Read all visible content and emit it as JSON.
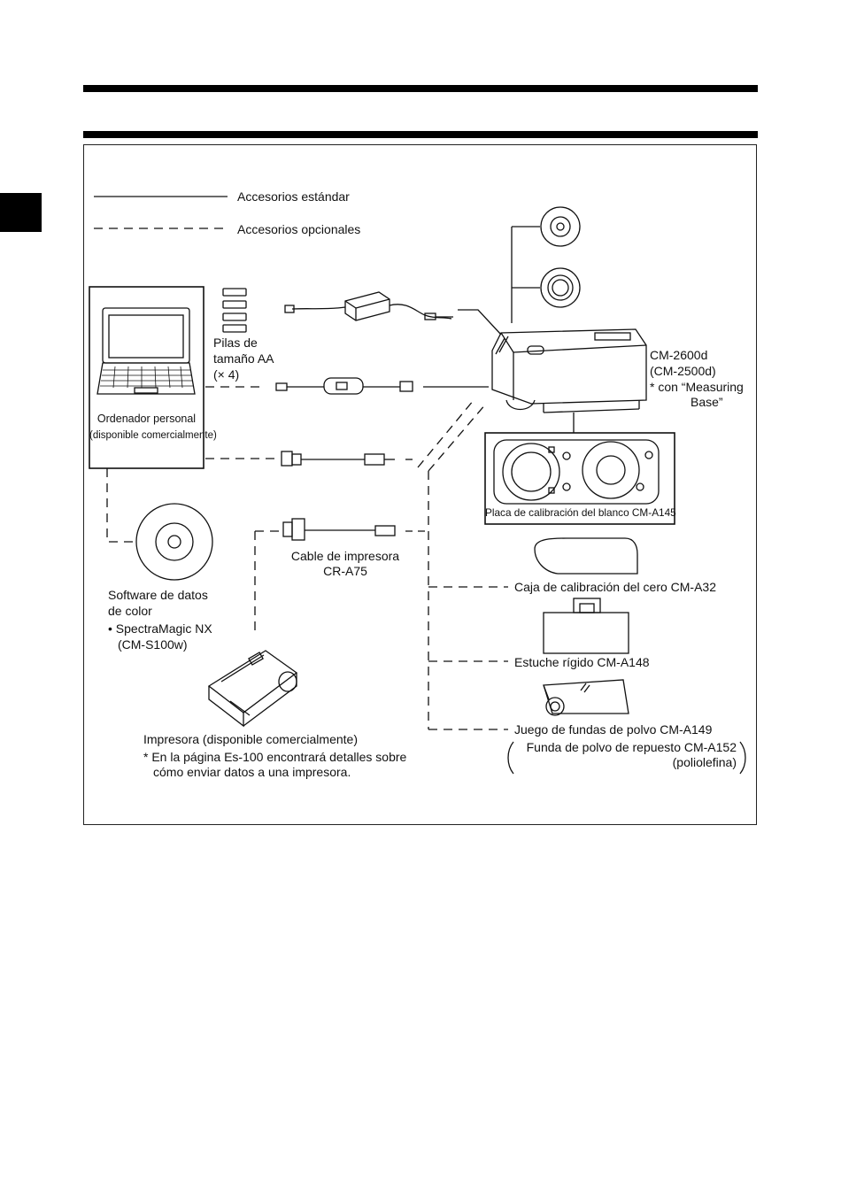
{
  "legend": {
    "standard": "Accesorios estándar",
    "optional": "Accesorios opcionales"
  },
  "computer": {
    "label_line1": "Ordenador personal",
    "label_line2": "(disponible comercialmente)"
  },
  "batteries": {
    "line1": "Pilas de",
    "line2": "tamaño AA",
    "line3": "(× 4)"
  },
  "instrument": {
    "line1": "CM-2600d",
    "line2": "(CM-2500d)",
    "line3": "* con  “Measuring",
    "line4": "Base”"
  },
  "white_plate": {
    "label": "Placa de calibración del blanco CM-A145"
  },
  "printer_cable": {
    "line1": "Cable de impresora",
    "line2": "CR-A75"
  },
  "software": {
    "line1": "Software de datos",
    "line2": "de color",
    "line3": "• SpectraMagic NX",
    "line4": "(CM-S100w)"
  },
  "printer": {
    "line1": "Impresora (disponible comercialmente)",
    "line2": "* En la página Es-100 encontrará detalles sobre",
    "line3": "cómo enviar datos a una impresora."
  },
  "zero_box": {
    "label": "Caja de calibración del cero  CM-A32"
  },
  "hard_case": {
    "label": "Estuche rígido  CM-A148"
  },
  "dust_cover": {
    "label": "Juego de fundas de polvo CM-A149",
    "spare_line1": "Funda de polvo de repuesto CM-A152",
    "spare_line2": "(poliolefina)"
  },
  "colors": {
    "ink": "#111111",
    "bar": "#000000"
  }
}
